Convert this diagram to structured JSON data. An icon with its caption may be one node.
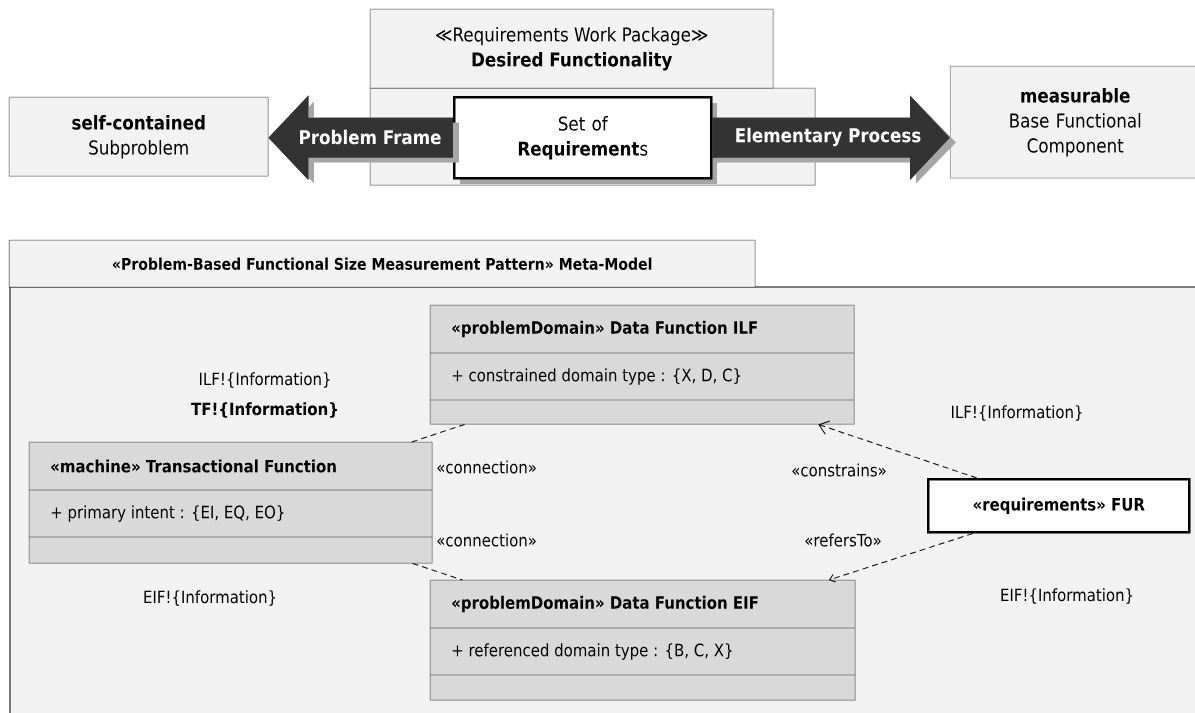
{
  "diagram": {
    "nodes": [
      {
        "text": [
          "≪Requirements Work Package≫",
          "Desired Functionality"
        ]
      },
      {
        "text": [
          "Set of **Requirement**s"
        ],
        "in": 0
      },
      {
        "text": [
          "self-contained",
          "Subproblem"
        ]
      },
      {
        "text": [
          "measurable",
          "Base Functional Component"
        ]
      },
      {
        "text": [
          "«Problem-Based Functional Size Measurement Pattern» Meta-Model"
        ]
      },
      {
        "text": [
          "«machine» Transactional Function",
          "+ primary intent : {EI, EQ, EO}"
        ],
        "in": 4
      },
      {
        "text": [
          "«problemDomain» Data Function ILF",
          "+ constrained domain type : {X, D, C}"
        ],
        "in": 4
      },
      {
        "text": [
          "«problemDomain» Data Function EIF",
          "+ referenced domain type : {B, C, X}"
        ],
        "in": 4
      },
      {
        "text": [
          "«requirements» FUR"
        ],
        "in": 4
      }
    ],
    "edges": [
      {
        "from": 1,
        "to": 2,
        "arrow": "to",
        "label": "Problem Frame",
        "style": "thick",
        "color": "#333333"
      },
      {
        "from": 1,
        "to": 3,
        "arrow": "to",
        "label": "Elementary Process",
        "style": "thick",
        "color": "#333333"
      },
      {
        "from": 5,
        "to": 6,
        "arrow": "none",
        "label": "«connection»",
        "style": "dashed"
      },
      {
        "from": 5,
        "to": 7,
        "arrow": "none",
        "label": "«connection»",
        "style": "dashed"
      },
      {
        "from": 8,
        "to": 6,
        "arrow": "to",
        "label": "«constrains»",
        "style": "dashed"
      },
      {
        "from": 8,
        "to": 7,
        "arrow": "to",
        "label": "«refersTo»",
        "style": "dashed"
      }
    ],
    "labels": [
      "ILF!{Information}",
      "TF!{Information}",
      "ILF!{Information}",
      "EIF!{Information}",
      "EIF!{Information}"
    ]
  }
}
